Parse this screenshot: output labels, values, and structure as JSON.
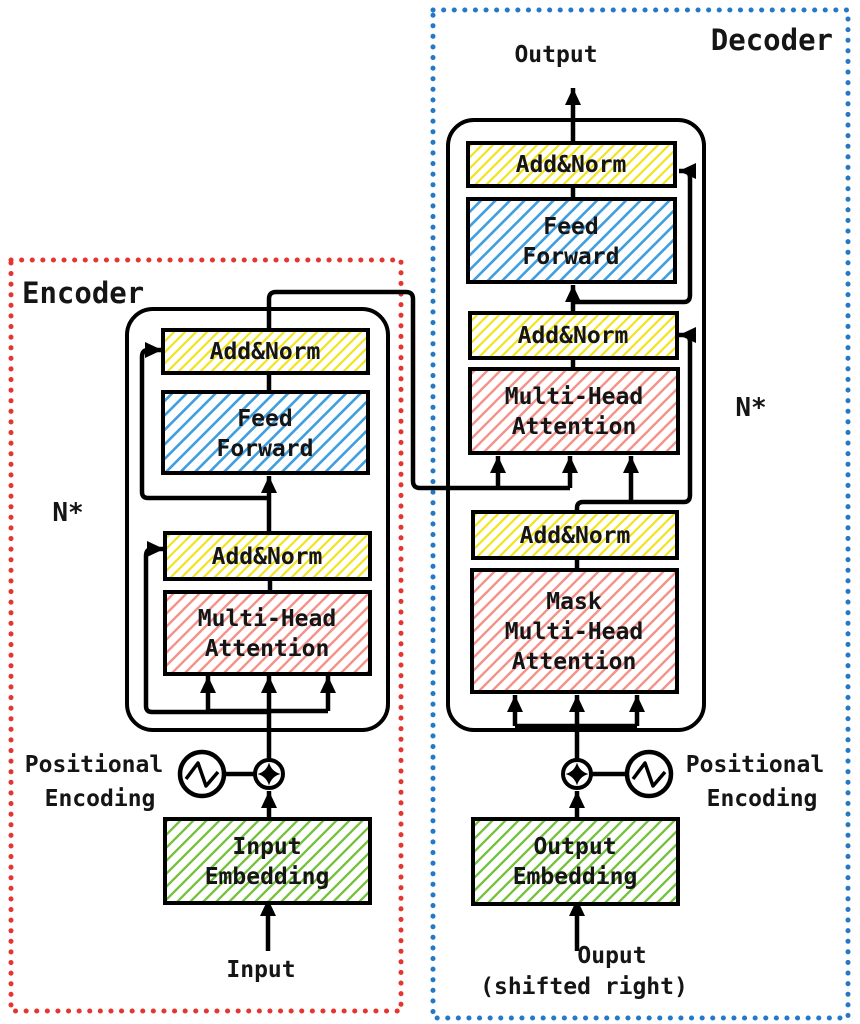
{
  "colors": {
    "encoder_accent": "#e4362f",
    "decoder_accent": "#2379c8",
    "positional_encoding_text": "#2421dd",
    "hatch_yellow": "#f2e41a",
    "hatch_blue": "#3f9fe0",
    "hatch_red": "#f5928b",
    "hatch_green": "#74c13a",
    "line_black": "#000000"
  },
  "encoder": {
    "region_label": "Encoder",
    "repeat_label": "N*",
    "blocks": {
      "addnorm_top": "Add&Norm",
      "feed_forward": [
        "Feed",
        "Forward"
      ],
      "addnorm_mid": "Add&Norm",
      "attention": [
        "Multi-Head",
        "Attention"
      ],
      "embedding": [
        "Input",
        "Embedding"
      ]
    },
    "positional_encoding": [
      "Positional",
      "Encoding"
    ],
    "input_label": "Input"
  },
  "decoder": {
    "region_label": "Decoder",
    "repeat_label": "N*",
    "output_label": "Output",
    "blocks": {
      "addnorm_top": "Add&Norm",
      "feed_forward": [
        "Feed",
        "Forward"
      ],
      "addnorm_mid": "Add&Norm",
      "attention": [
        "Multi-Head",
        "Attention"
      ],
      "addnorm_low": "Add&Norm",
      "masked_attention": [
        "Mask",
        "Multi-Head",
        "Attention"
      ],
      "embedding": [
        "Output",
        "Embedding"
      ]
    },
    "positional_encoding": [
      "Positional",
      "Encoding"
    ],
    "shifted_input_label": [
      "Ouput",
      "(shifted right)"
    ]
  }
}
